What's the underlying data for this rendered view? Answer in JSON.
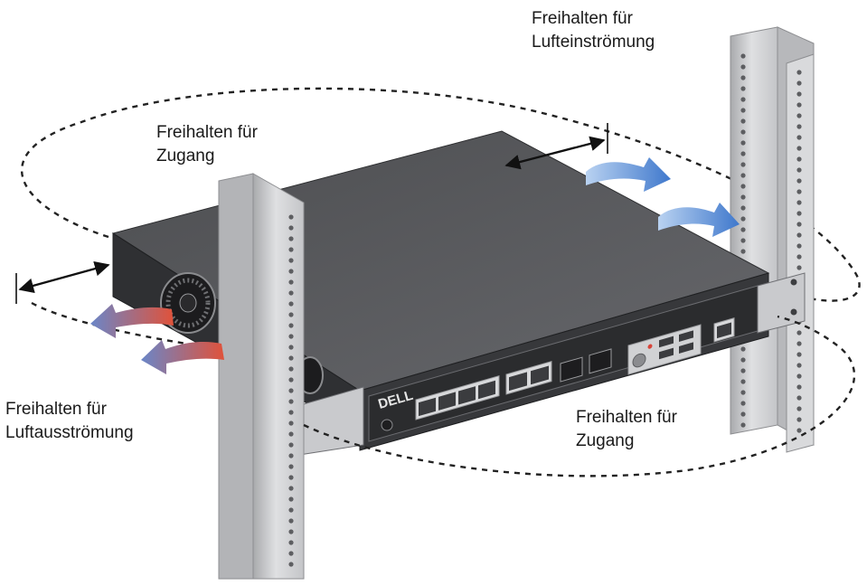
{
  "labels": {
    "intake_clearance": {
      "line1": "Freihalten für",
      "line2": "Lufteinströmung"
    },
    "access_clearance_top": {
      "line1": "Freihalten für",
      "line2": "Zugang"
    },
    "exhaust_clearance": {
      "line1": "Freihalten für",
      "line2": "Luftausströmung"
    },
    "access_clearance_bottom": {
      "line1": "Freihalten für",
      "line2": "Zugang"
    }
  },
  "brand": {
    "logo_text": "DELL"
  },
  "colors": {
    "switch_top": "#5a5b5e",
    "switch_front": "#3a3b3e",
    "rail": "#cfd0d2",
    "cool_air": "#5b8fd6",
    "hot_air": "#e0523a",
    "dashed_line": "#222222"
  },
  "icons": [
    "cool-air-arrow-icon",
    "hot-air-arrow-icon",
    "fan-icon",
    "ethernet-port-icon",
    "sfp-port-icon",
    "usb-port-icon"
  ]
}
